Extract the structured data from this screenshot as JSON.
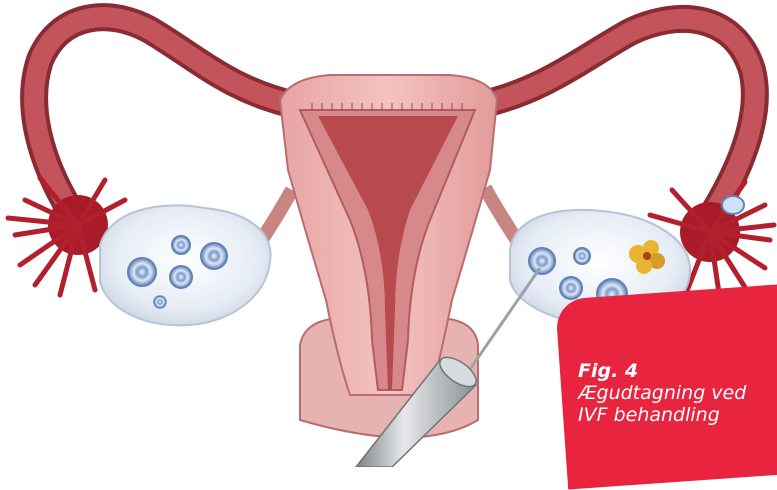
{
  "figure": {
    "label": "Fig. 4",
    "caption_lines": [
      "Ægudtagning ved",
      "IVF behandling"
    ]
  },
  "colors": {
    "tube": "#b9484f",
    "tube_dark": "#8a2a33",
    "uterus_outer": "#e9a7a6",
    "uterus_inner": "#c9605f",
    "cavity": "#b84a4e",
    "ovary": "#e7edf6",
    "follicle": "#6d91c4",
    "fimbria": "#b21f2d",
    "badge": "#e8243f",
    "needle": "#b0b3b6"
  }
}
